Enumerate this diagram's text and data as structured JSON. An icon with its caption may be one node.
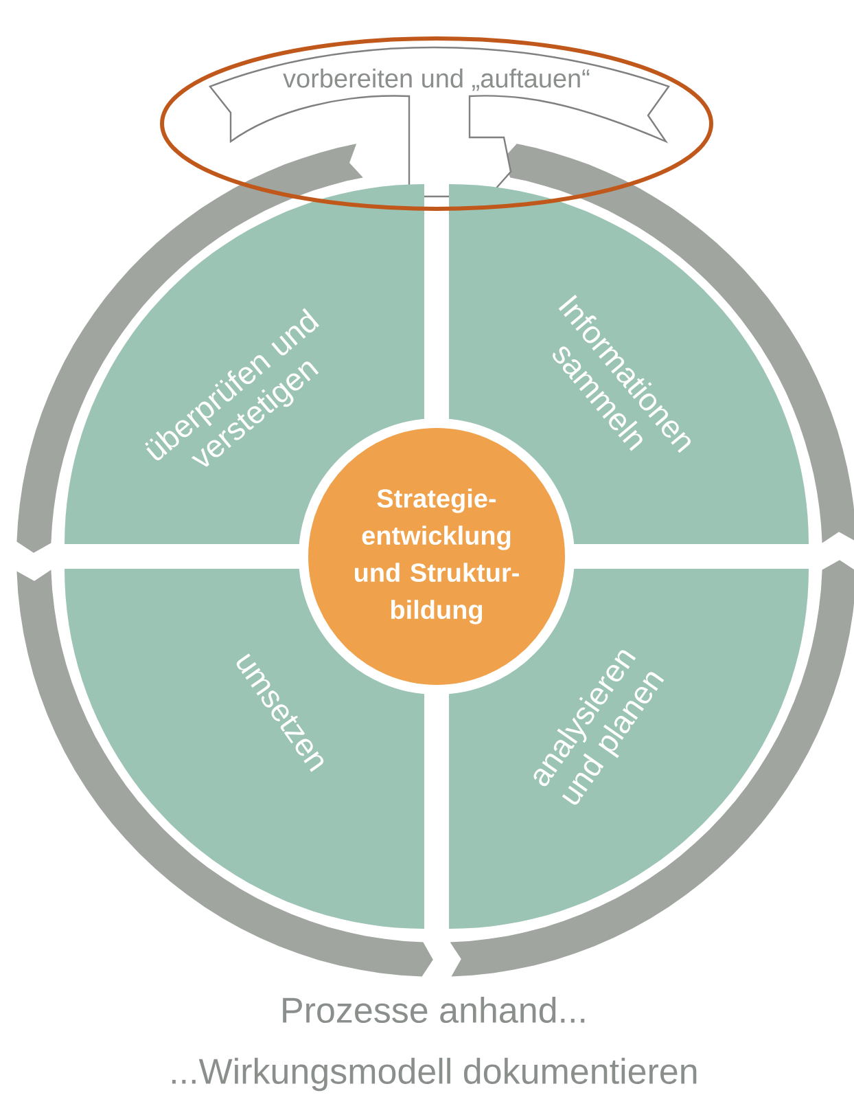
{
  "diagram": {
    "nodes": [
      {
        "text": [
          "vorbereiten und „auftauen“"
        ]
      },
      {
        "text": [
          "überprüfen und verstetigen"
        ]
      },
      {
        "text": [
          "Informationen sammeln"
        ]
      },
      {
        "text": [
          "umsetzen"
        ]
      },
      {
        "text": [
          "analysieren und planen"
        ]
      },
      {
        "text": [
          "Strategie- entwicklung und Struktur- bildung"
        ]
      }
    ],
    "labels": [
      "Prozesse anhand...",
      "...Wirkungsmodell dokumentieren"
    ]
  }
}
